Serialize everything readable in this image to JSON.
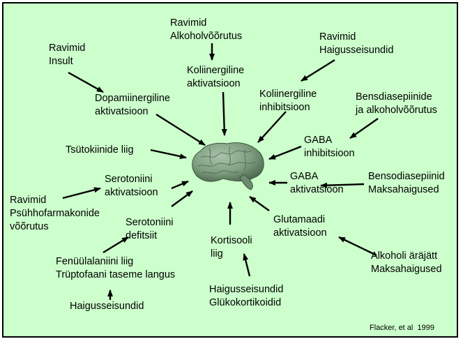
{
  "labels": {
    "insult": "Ravimid\nInsult",
    "alkoholvoorutus": "Ravimid\nAlkoholvõõrutus",
    "haigusseisundid_top": "Ravimid\nHaigusseisundid",
    "dopamiin": "Dopamiinergiline\naktivatsioon",
    "koliin_akt": "Koliinergiline\naktivatsioon",
    "koliin_inh": "Koliinergiline\ninhibitsioon",
    "bensodiasepiinide": "Bensdiasepiinide\nja alkoholvõõrutus",
    "tsutokiinid": "Tsütokiinide liig",
    "gaba_inh": "GABA\ninhibitsioon",
    "serotoniini_akt": "Serotoniini\naktivatsioon",
    "gaba_akt": "GABA\naktivatsioon",
    "bensodiasepiinid_maksa": "Bensodiasepiinid\nMaksahaigused",
    "psuhhofarmakonid": "Ravimid\nPsühhofarmakonide\nvõõrutus",
    "serotoniini_def": "Serotoniini\ndefitsiit",
    "glutamaadi": "Glutamaadi\naktivatsioon",
    "kortisooli": "Kortisooli\nliig",
    "fenuulalaniin": "Fenüülalaniini liig\nTrüptofaani taseme langus",
    "alkoholi_arajatt": "Alkoholi äräjätt\nMaksahaigused",
    "haigusseisundid_gluko": "Haigusseisundid\nGlükokortikoidid",
    "haigusseisundid_bottom": "Haigusseisundid",
    "citation": "Flacker, et al  1999"
  },
  "colors": {
    "background": "#ccffcc",
    "brain": "#7f9f80",
    "arrow": "#000000"
  }
}
